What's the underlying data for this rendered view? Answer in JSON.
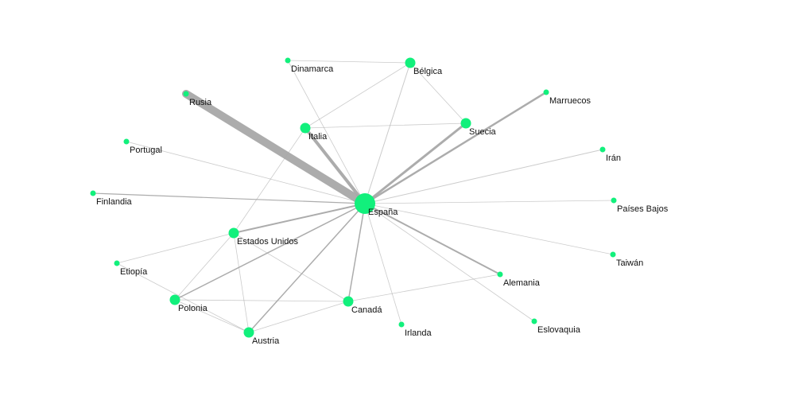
{
  "graph": {
    "colors": {
      "background": "#ffffff",
      "node": "#12f07c",
      "edge": "#a8a8a8",
      "label": "#111111"
    },
    "nodes": [
      {
        "id": "espana",
        "label": "España",
        "size": "large"
      },
      {
        "id": "dinamarca",
        "label": "Dinamarca",
        "size": "small"
      },
      {
        "id": "belgica",
        "label": "Bélgica",
        "size": "medium"
      },
      {
        "id": "rusia",
        "label": "Rusia",
        "size": "small"
      },
      {
        "id": "marruecos",
        "label": "Marruecos",
        "size": "small"
      },
      {
        "id": "italia",
        "label": "Italia",
        "size": "medium"
      },
      {
        "id": "suecia",
        "label": "Suecia",
        "size": "medium"
      },
      {
        "id": "portugal",
        "label": "Portugal",
        "size": "small"
      },
      {
        "id": "iran",
        "label": "Irán",
        "size": "small"
      },
      {
        "id": "finlandia",
        "label": "Finlandia",
        "size": "small"
      },
      {
        "id": "paises_bajos",
        "label": "Países Bajos",
        "size": "small"
      },
      {
        "id": "estados_unidos",
        "label": "Estados Unidos",
        "size": "medium"
      },
      {
        "id": "taiwan",
        "label": "Taiwán",
        "size": "small"
      },
      {
        "id": "etiopia",
        "label": "Etiopía",
        "size": "small"
      },
      {
        "id": "alemania",
        "label": "Alemania",
        "size": "small"
      },
      {
        "id": "polonia",
        "label": "Polonia",
        "size": "medium"
      },
      {
        "id": "canada",
        "label": "Canadá",
        "size": "medium"
      },
      {
        "id": "irlanda",
        "label": "Irlanda",
        "size": "small"
      },
      {
        "id": "eslovaquia",
        "label": "Eslovaquia",
        "size": "small"
      },
      {
        "id": "austria",
        "label": "Austria",
        "size": "medium"
      }
    ],
    "edges": [
      {
        "source": "espana",
        "target": "rusia",
        "weight": 10
      },
      {
        "source": "espana",
        "target": "italia",
        "weight": 4
      },
      {
        "source": "espana",
        "target": "suecia",
        "weight": 3
      },
      {
        "source": "espana",
        "target": "marruecos",
        "weight": 2.5
      },
      {
        "source": "espana",
        "target": "estados_unidos",
        "weight": 2
      },
      {
        "source": "espana",
        "target": "alemania",
        "weight": 2
      },
      {
        "source": "espana",
        "target": "polonia",
        "weight": 1.5
      },
      {
        "source": "espana",
        "target": "austria",
        "weight": 1.5
      },
      {
        "source": "espana",
        "target": "canada",
        "weight": 1.5
      },
      {
        "source": "espana",
        "target": "finlandia",
        "weight": 1.2
      },
      {
        "source": "espana",
        "target": "iran",
        "weight": 1
      },
      {
        "source": "espana",
        "target": "belgica",
        "weight": 1
      },
      {
        "source": "espana",
        "target": "dinamarca",
        "weight": 0.8
      },
      {
        "source": "espana",
        "target": "portugal",
        "weight": 0.8
      },
      {
        "source": "espana",
        "target": "paises_bajos",
        "weight": 0.8
      },
      {
        "source": "espana",
        "target": "taiwan",
        "weight": 0.8
      },
      {
        "source": "espana",
        "target": "irlanda",
        "weight": 0.8
      },
      {
        "source": "espana",
        "target": "eslovaquia",
        "weight": 0.8
      },
      {
        "source": "dinamarca",
        "target": "belgica",
        "weight": 0.8
      },
      {
        "source": "belgica",
        "target": "suecia",
        "weight": 0.8
      },
      {
        "source": "belgica",
        "target": "italia",
        "weight": 0.8
      },
      {
        "source": "italia",
        "target": "suecia",
        "weight": 0.8
      },
      {
        "source": "italia",
        "target": "estados_unidos",
        "weight": 0.8
      },
      {
        "source": "estados_unidos",
        "target": "polonia",
        "weight": 0.8
      },
      {
        "source": "estados_unidos",
        "target": "austria",
        "weight": 0.8
      },
      {
        "source": "estados_unidos",
        "target": "canada",
        "weight": 0.8
      },
      {
        "source": "etiopia",
        "target": "estados_unidos",
        "weight": 0.8
      },
      {
        "source": "polonia",
        "target": "canada",
        "weight": 0.8
      },
      {
        "source": "polonia",
        "target": "austria",
        "weight": 0.8
      },
      {
        "source": "etiopia",
        "target": "austria",
        "weight": 0.8
      },
      {
        "source": "austria",
        "target": "canada",
        "weight": 0.8
      },
      {
        "source": "canada",
        "target": "alemania",
        "weight": 0.8
      }
    ]
  }
}
